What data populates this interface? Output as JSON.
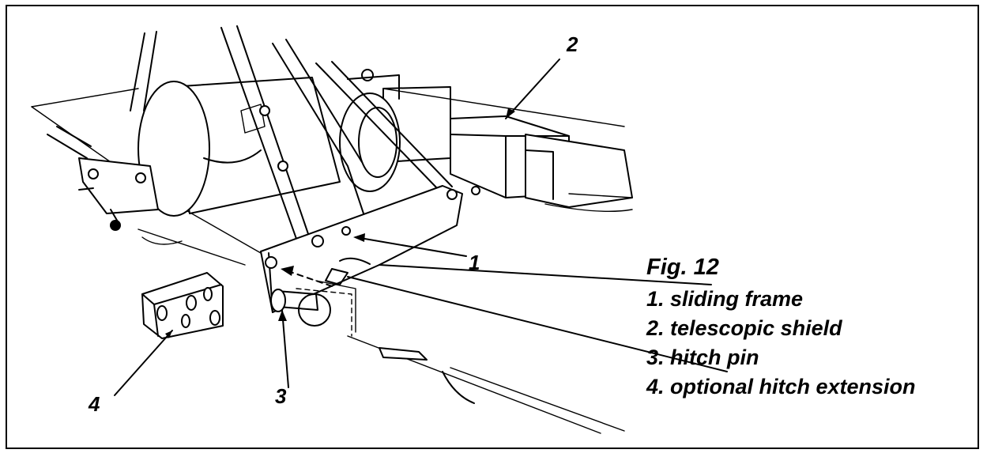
{
  "figure": {
    "title": "Fig. 12",
    "legend": [
      "1. sliding frame",
      "2. telescopic shield",
      "3. hitch pin",
      "4. optional hitch extension"
    ],
    "callouts": {
      "sliding_frame": "1",
      "telescopic_shield": "2",
      "hitch_pin": "3",
      "hitch_extension": "4"
    }
  }
}
